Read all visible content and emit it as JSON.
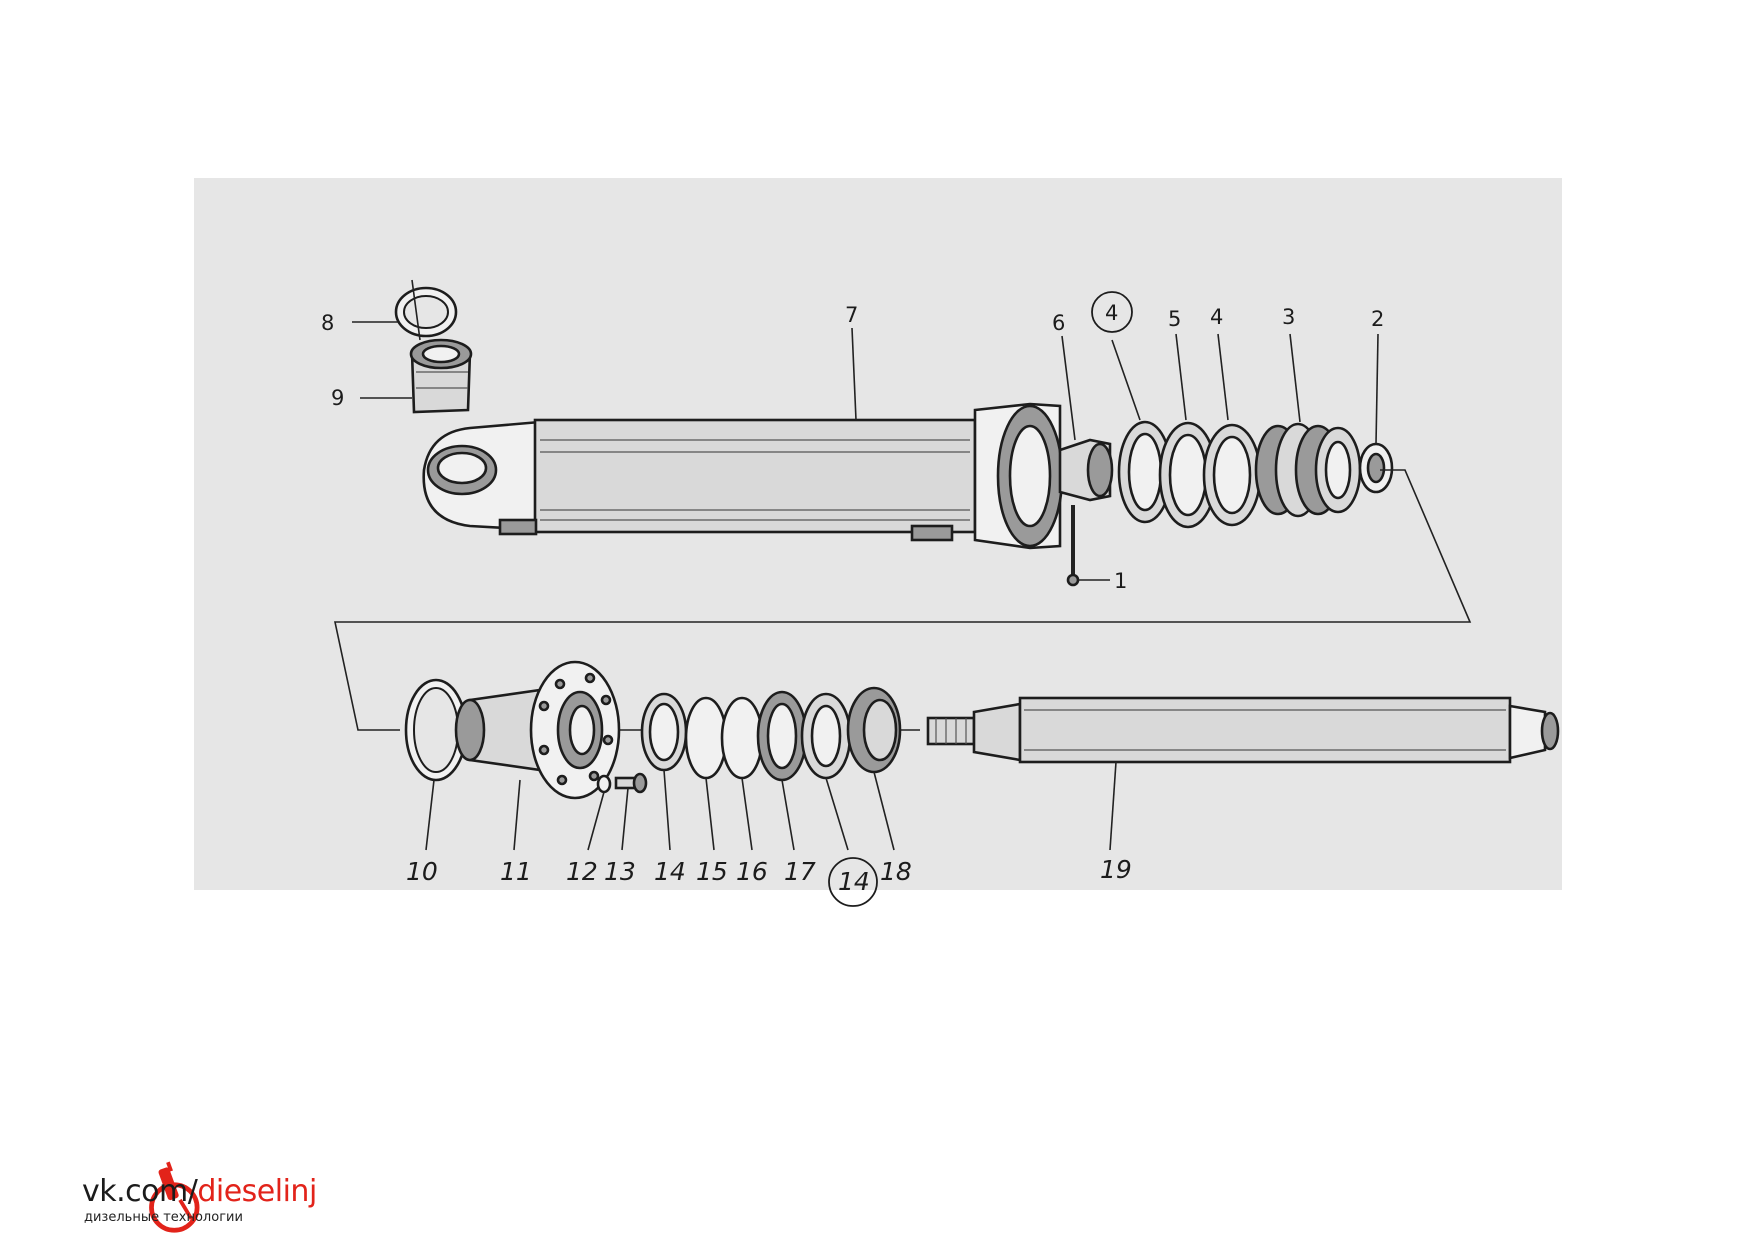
{
  "diagram": {
    "labels": {
      "p1": "1",
      "p2": "2",
      "p3": "3",
      "p4": "4",
      "p5": "5",
      "p6": "6",
      "p7": "7",
      "p8": "8",
      "p9": "9",
      "p10": "10",
      "p11": "11",
      "p12": "12",
      "p13": "13",
      "p14": "14",
      "p15": "15",
      "p16": "16",
      "p17": "17",
      "p18": "18",
      "p19": "19",
      "p4_circled": "4",
      "p14_circled": "14"
    }
  },
  "branding": {
    "site_prefix": "vk.com/",
    "site_name": "dieselinj",
    "tagline": "дизельные технологии",
    "accent_color": "#e2231a",
    "logo_icon": "injector-icon"
  }
}
